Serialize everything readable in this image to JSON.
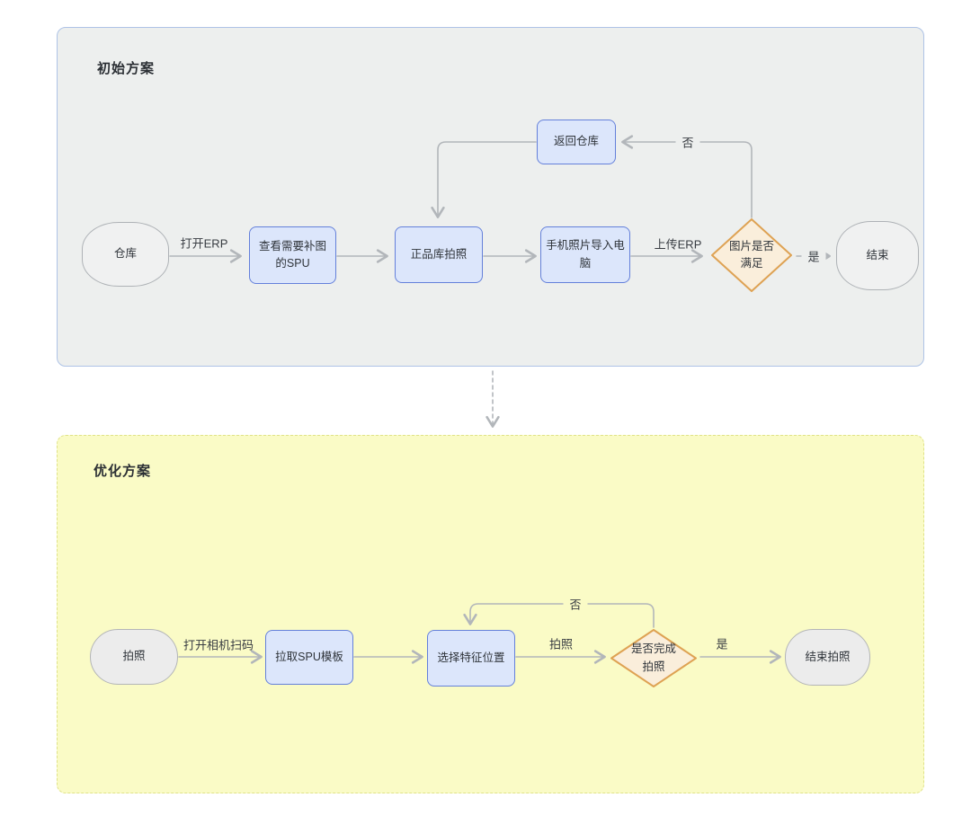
{
  "diagram": {
    "sections": [
      {
        "title": "初始方案",
        "nodes": [
          {
            "id": "warehouse",
            "type": "terminal",
            "label": "仓库"
          },
          {
            "id": "check-spu",
            "type": "process",
            "label": "查看需要补图的SPU"
          },
          {
            "id": "genuine-warehouse-photo",
            "type": "process",
            "label": "正品库拍照"
          },
          {
            "id": "import-to-pc",
            "type": "process",
            "label": "手机照片导入电脑"
          },
          {
            "id": "return-warehouse",
            "type": "process",
            "label": "返回仓库"
          },
          {
            "id": "image-satisfied",
            "type": "decision",
            "label": "图片是否满足"
          },
          {
            "id": "end",
            "type": "terminal",
            "label": "结束"
          }
        ],
        "edge_labels": {
          "open_erp": "打开ERP",
          "upload_erp": "上传ERP",
          "yes": "是",
          "no": "否"
        }
      },
      {
        "title": "优化方案",
        "nodes": [
          {
            "id": "take-photo",
            "type": "terminal",
            "label": "拍照"
          },
          {
            "id": "pull-spu-template",
            "type": "process",
            "label": "拉取SPU模板"
          },
          {
            "id": "select-feature-position",
            "type": "process",
            "label": "选择特征位置"
          },
          {
            "id": "photo-complete",
            "type": "decision",
            "label": "是否完成拍照"
          },
          {
            "id": "end-photo",
            "type": "terminal",
            "label": "结束拍照"
          }
        ],
        "edge_labels": {
          "open_camera_scan": "打开相机扫码",
          "photo": "拍照",
          "yes": "是",
          "no": "否"
        }
      }
    ],
    "colors": {
      "page_background": "#ffffff",
      "section_initial_fill": "#edefee",
      "section_initial_border": "#aec3e6",
      "section_optimized_fill": "#fafbc6",
      "section_optimized_border": "#dfe287",
      "process_fill": "#dce6fb",
      "process_border": "#6480da",
      "decision_fill": "#faeedb",
      "decision_border": "#dea253",
      "terminal_fill": "#efefef",
      "terminal_border": "#aeb2b6",
      "connector": "#b2b6ba",
      "text": "#2f343a"
    }
  }
}
